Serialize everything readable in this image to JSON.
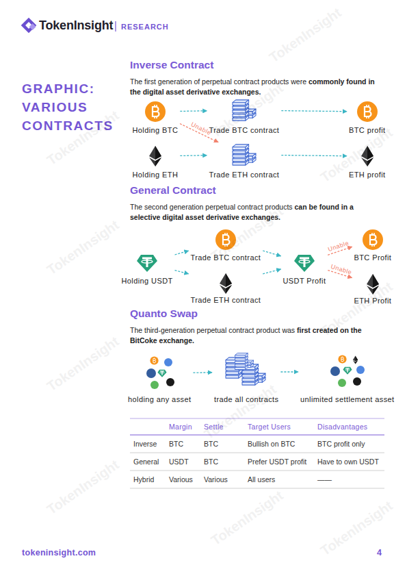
{
  "diagram": {
    "title": "GRAPHIC: VARIOUS CONTRACTS",
    "nodes": [
      {
        "text": [
          "Holding BTC"
        ]
      },
      {
        "text": [
          "Trade BTC contract"
        ]
      },
      {
        "text": [
          "BTC profit"
        ]
      },
      {
        "text": [
          "Holding ETH"
        ]
      },
      {
        "text": [
          "Trade ETH contract"
        ]
      },
      {
        "text": [
          "ETH profit"
        ]
      },
      {
        "text": [
          "Holding USDT"
        ]
      },
      {
        "text": [
          "Trade BTC contract"
        ]
      },
      {
        "text": [
          "Trade ETH contract"
        ]
      },
      {
        "text": [
          "USDT Profit"
        ]
      },
      {
        "text": [
          "BTC Profit"
        ]
      },
      {
        "text": [
          "ETH Profit"
        ]
      },
      {
        "text": [
          "holding any asset"
        ]
      },
      {
        "text": [
          "trade all contracts"
        ]
      },
      {
        "text": [
          "unlimited settlement asset"
        ]
      }
    ],
    "edges": [
      {
        "from": 0,
        "to": 1,
        "arrow": "to"
      },
      {
        "from": 1,
        "to": 2,
        "arrow": "to"
      },
      {
        "from": 0,
        "to": 4,
        "label": "Unable",
        "arrow": "to"
      },
      {
        "from": 3,
        "to": 4,
        "arrow": "to"
      },
      {
        "from": 4,
        "to": 5,
        "arrow": "to"
      },
      {
        "from": 6,
        "to": 7,
        "arrow": "to"
      },
      {
        "from": 6,
        "to": 8,
        "arrow": "to"
      },
      {
        "from": 7,
        "to": 9,
        "arrow": "to"
      },
      {
        "from": 8,
        "to": 9,
        "arrow": "to"
      },
      {
        "from": 9,
        "to": 10,
        "label": "Unable",
        "arrow": "to"
      },
      {
        "from": 9,
        "to": 11,
        "label": "Unable",
        "arrow": "to"
      },
      {
        "from": 12,
        "to": 13,
        "arrow": "to"
      },
      {
        "from": 13,
        "to": 14,
        "arrow": "to"
      }
    ],
    "labels": [
      "TokenInsight",
      "RESEARCH",
      "Inverse Contract",
      "The first generation of perpetual contract products were",
      "commonly found in the digital asset derivative exchanges.",
      "General Contract",
      "The second generation perpetual contract products",
      "can be found in a selective digital asset derivative exchanges.",
      "Quanto Swap",
      "The third-generation perpetual contract product was",
      "first created on the BitCoke exchange.",
      "Margin",
      "Settle",
      "Target Users",
      "Disadvantages",
      "Inverse",
      "BTC",
      "BTC",
      "Bullish on BTC",
      "BTC profit only",
      "General",
      "USDT",
      "BTC",
      "Prefer USDT profit",
      "Have to own USDT",
      "Hybrid",
      "Various",
      "Various",
      "All users",
      "——",
      "tokeninsight.com",
      "4",
      "TokenInsight",
      "TokenInsight",
      "TokenInsight",
      "TokenInsight",
      "TokenInsight",
      "TokenInsight",
      "TokenInsight",
      "TokenInsight",
      "TokenInsight",
      "TokenInsight",
      "TokenInsight",
      "TokenInsight"
    ]
  }
}
